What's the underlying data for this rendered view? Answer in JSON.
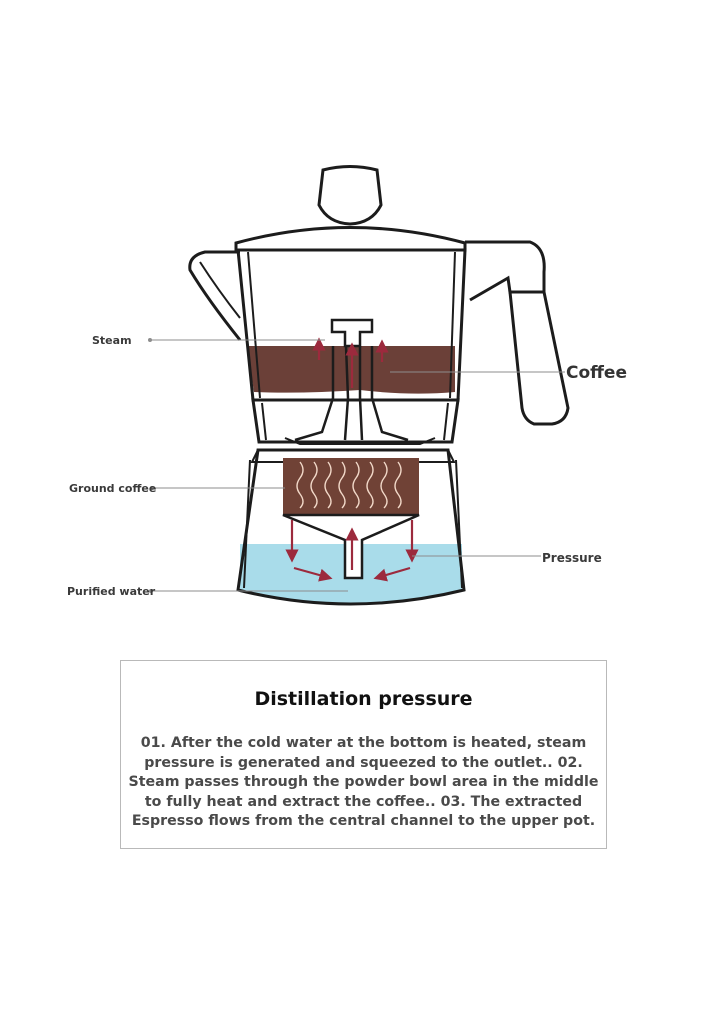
{
  "labels": {
    "steam": "Steam",
    "coffee": "Coffee",
    "ground_coffee": "Ground coffee",
    "pressure": "Pressure",
    "purified_water": "Purified water"
  },
  "info": {
    "title": "Distillation pressure",
    "body": "01. After the cold water at the bottom is heated, steam pressure is generated and squeezed to the outlet.. 02. Steam passes through the powder bowl area in the middle to fully heat and extract the coffee.. 03. The extracted Espresso flows from the central channel to the upper pot."
  },
  "colors": {
    "coffee": "#6b4038",
    "ground_coffee": "#704236",
    "water": "#a9dcea",
    "arrow": "#9c2a3d",
    "outline": "#1c1c1c"
  },
  "icons": [
    "moka-pot-illustration",
    "flow-arrow-icon"
  ]
}
